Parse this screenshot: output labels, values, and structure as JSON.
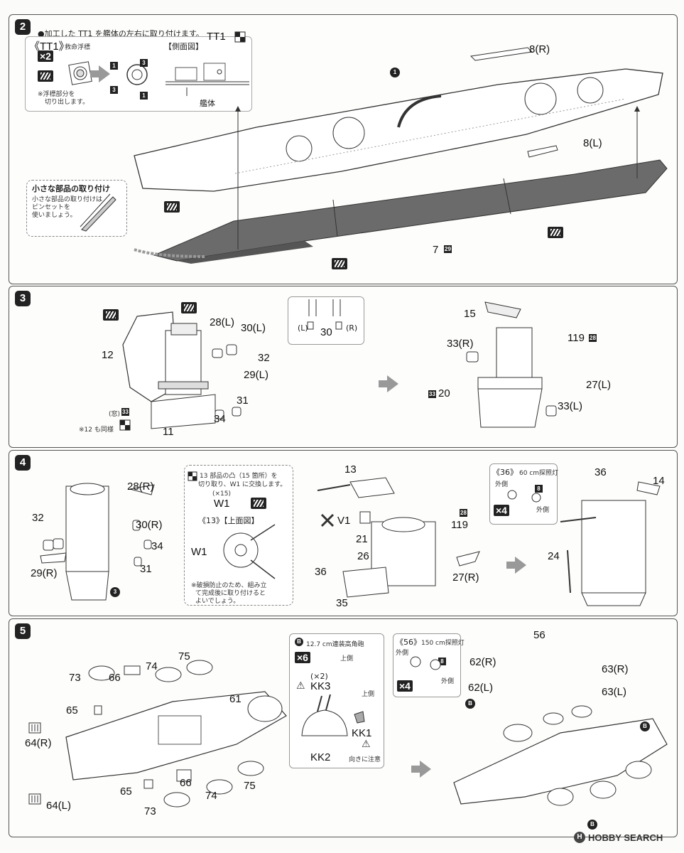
{
  "steps": [
    {
      "number": "2",
      "note": "●加工した TT1 を艦体の左右に取り付けます。",
      "tt1": {
        "title": "《TT1》",
        "subtitle": "救命浮標",
        "multiplier": "×2",
        "cut_note_line1": "※浮標部分を",
        "cut_note_line2": "切り出します。",
        "markers": [
          "1",
          "3",
          "3",
          "1"
        ]
      },
      "side_view": {
        "title": "【側面図】",
        "tag": "TT1",
        "hull_label": "艦体"
      },
      "tweezers": {
        "title": "小さな部品の取り付け",
        "line1": "小さな部品の取り付けは",
        "line2": "ピンセットを",
        "line3": "使いましょう。"
      },
      "parts": [
        "8(R)",
        "1",
        "8(L)",
        "7",
        "29"
      ]
    },
    {
      "number": "3",
      "parts": [
        "12",
        "28(L)",
        "30(L)",
        "32",
        "29(L)",
        "31",
        "34",
        "11",
        "(窓)",
        "33",
        "15",
        "33(R)",
        "119",
        "28",
        "27(L)",
        "20",
        "33",
        "33(L)"
      ],
      "detail": {
        "left": "(L)",
        "mid": "30",
        "right": "(R)"
      },
      "note": "※12 も同様"
    },
    {
      "number": "4",
      "parts": [
        "28(R)",
        "32",
        "30(R)",
        "34",
        "29(R)",
        "31",
        "3",
        "13",
        "V1",
        "21",
        "26",
        "36",
        "35",
        "28",
        "119",
        "27(R)",
        "14",
        "24",
        "36"
      ],
      "w1_box": {
        "line1": "13 部品の凸（15 箇所）を",
        "line2": "切り取り、W1 に交換します。",
        "count": "(×15)",
        "w1": "W1",
        "top_view": "《13》【上面図】",
        "w1_label": "W1",
        "note1": "※破損防止のため、組み立",
        "note2": "て完成後に取り付けると",
        "note3": "よいでしょう。"
      },
      "searchlight_box": {
        "title": "《36》",
        "subtitle": "60 cm探照灯",
        "outside": "外側",
        "tag": "8",
        "multiplier": "×4",
        "outside2": "外側"
      }
    },
    {
      "number": "5",
      "parts": [
        "73",
        "66",
        "74",
        "75",
        "61",
        "65",
        "64(R)",
        "65",
        "66",
        "74",
        "75",
        "73",
        "64(L)",
        "56",
        "62(R)",
        "63(R)",
        "62(L)",
        "63(L)",
        "B",
        "B",
        "B"
      ],
      "gun_box": {
        "title": "12.7 cm連装高角砲",
        "multiplier": "×6",
        "count": "(×2)",
        "kk3": "KK3",
        "up1": "上側",
        "up2": "上側",
        "kk1": "KK1",
        "kk2": "KK2",
        "caution": "向きに注意"
      },
      "searchlight_box": {
        "title": "《56》",
        "subtitle": "150 cm探照灯",
        "outside": "外側",
        "tag": "8",
        "multiplier": "×4",
        "outside2": "外側"
      }
    }
  ],
  "watermark": {
    "logo": "HOBBY SEARCH",
    "badge": "H"
  },
  "colors": {
    "panel_border": "#555555",
    "hull_gray": "#6b6b6b",
    "ink": "#222222",
    "arrow_gray": "#9a9a9a"
  }
}
